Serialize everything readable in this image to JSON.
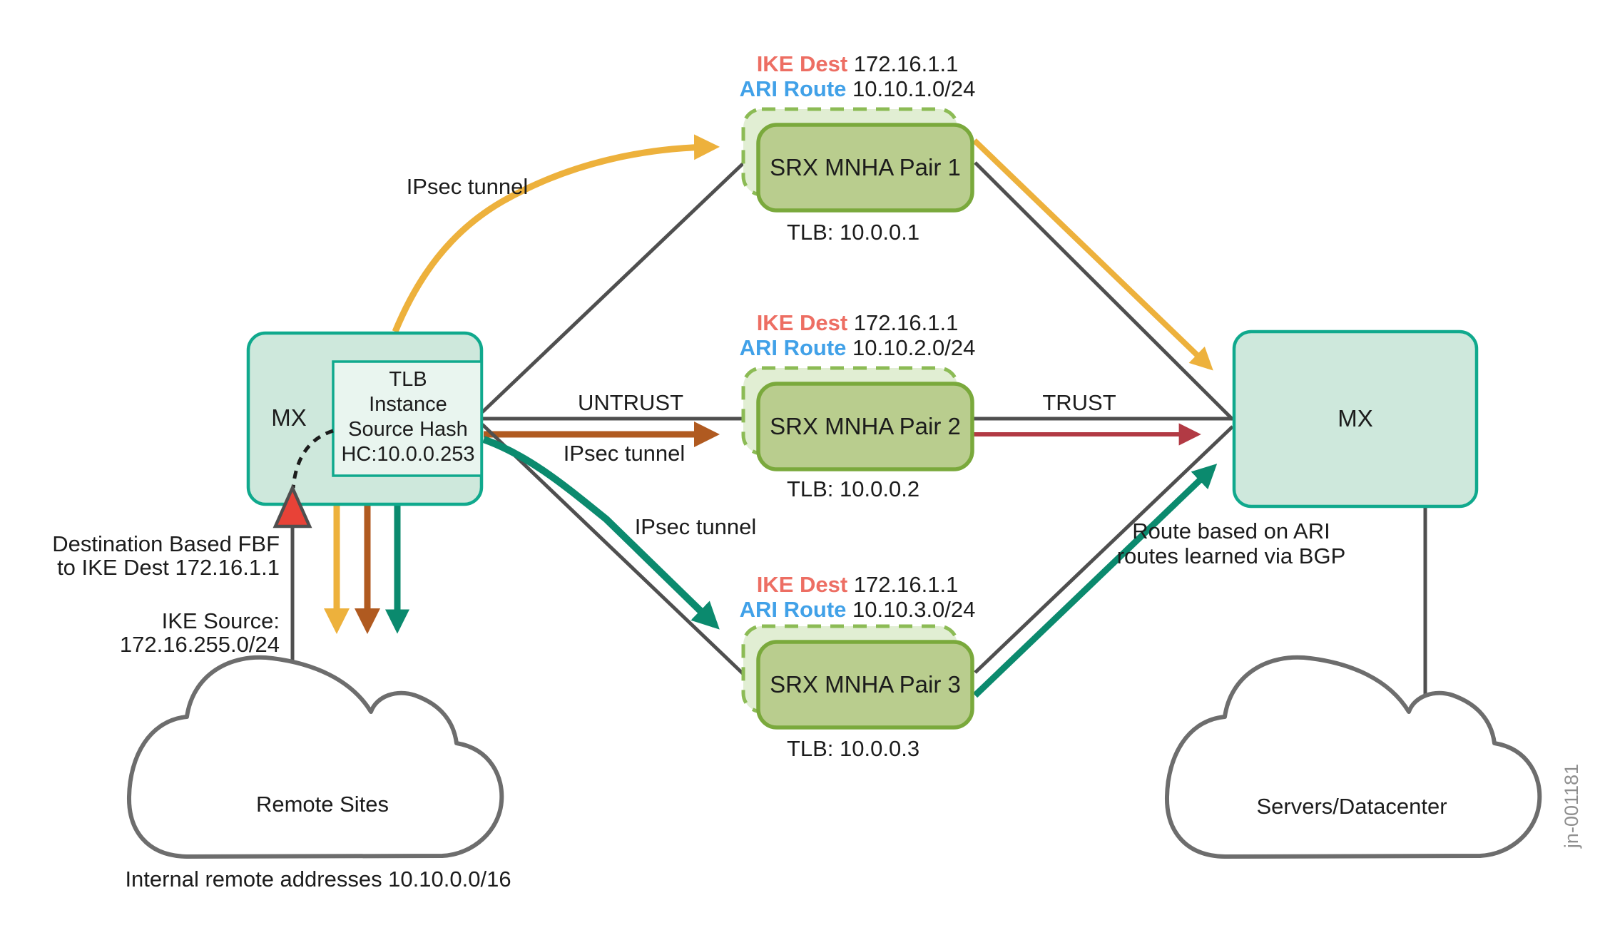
{
  "colors": {
    "teal_border": "#10a98d",
    "mx_fill": "#cee8dc",
    "tlb_fill": "#e9f5ef",
    "srx_fill": "#b9cd8e",
    "srx_border": "#7aa93c",
    "srx_ghost_fill": "#e1eed3",
    "srx_ghost_border": "#8cbb55",
    "gray_line": "#4f4f4f",
    "cloud_stroke": "#6d6d6d",
    "yellow": "#edb13c",
    "brown": "#b05a20",
    "teal": "#0b8a6e",
    "red": "#b23a44",
    "triangle_red": "#e84237",
    "ike": "#ed6e63",
    "ari": "#41a1e8",
    "text": "#1c1c1c",
    "figure_gray": "#8f8f8f"
  },
  "left_router": {
    "label": "MX",
    "tlb_line1": "TLB",
    "tlb_line2": "Instance",
    "tlb_line3": "Source Hash",
    "tlb_line4": "HC:10.0.0.253"
  },
  "right_router": {
    "label": "MX",
    "note_line1": "Route based on ARI",
    "note_line2": "routes learned via BGP"
  },
  "pairs": [
    {
      "name": "SRX MNHA Pair 1",
      "ike_label": "IKE Dest",
      "ike_value": " 172.16.1.1",
      "ari_label": "ARI Route",
      "ari_value": " 10.10.1.0/24",
      "tlb": "TLB: 10.0.0.1"
    },
    {
      "name": "SRX MNHA Pair 2",
      "ike_label": "IKE Dest",
      "ike_value": " 172.16.1.1",
      "ari_label": "ARI Route",
      "ari_value": " 10.10.2.0/24",
      "tlb": "TLB: 10.0.0.2"
    },
    {
      "name": "SRX MNHA Pair 3",
      "ike_label": "IKE Dest",
      "ike_value": " 172.16.1.1",
      "ari_label": "ARI Route",
      "ari_value": " 10.10.3.0/24",
      "tlb": "TLB: 10.0.0.3"
    }
  ],
  "edge_labels": {
    "ipsec_tunnel_1": "IPsec tunnel",
    "ipsec_tunnel_2": "IPsec tunnel",
    "ipsec_tunnel_3": "IPsec tunnel",
    "untrust": "UNTRUST",
    "trust": "TRUST"
  },
  "annotations": {
    "fbf_line1": "Destination Based FBF",
    "fbf_line2": "to IKE Dest 172.16.1.1",
    "ike_source_line1": "IKE Source:",
    "ike_source_line2": "172.16.255.0/24",
    "left_cloud_label": "Remote Sites",
    "left_cloud_caption": "Internal remote addresses 10.10.0.0/16",
    "right_cloud_label": "Servers/Datacenter",
    "figure_id": "jn-001181"
  }
}
